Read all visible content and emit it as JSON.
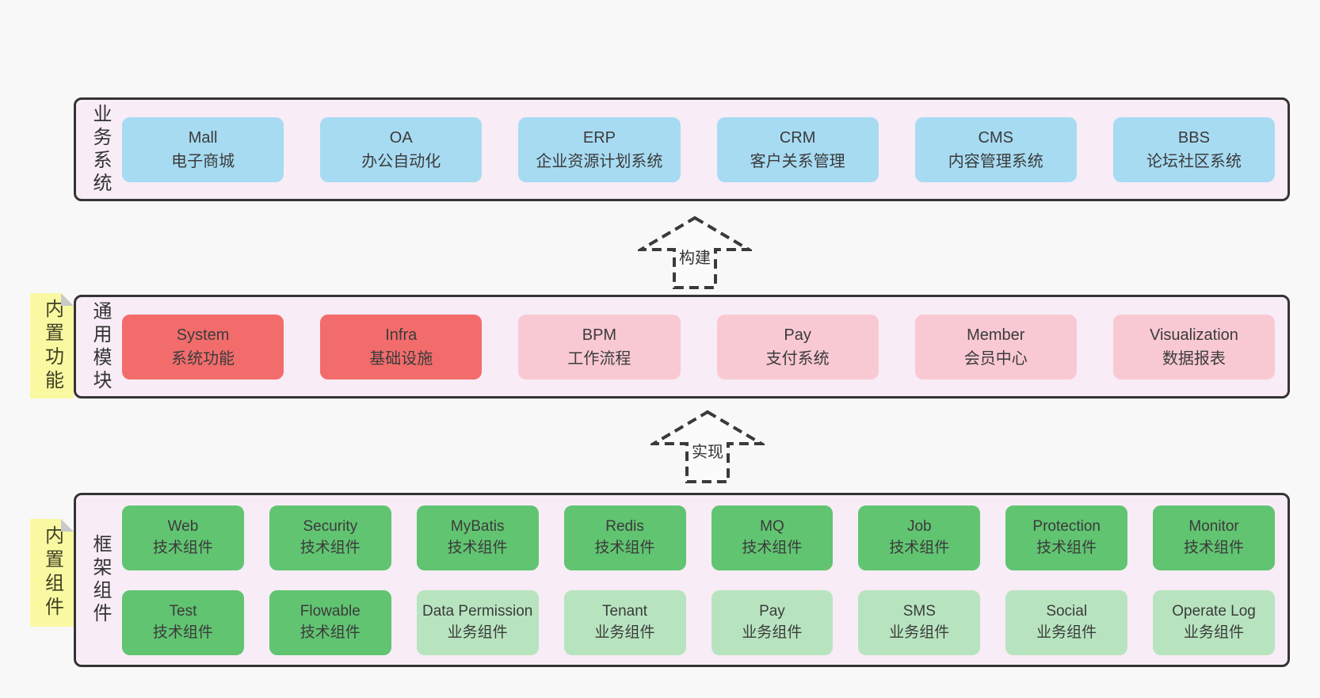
{
  "colors": {
    "page_background": "#f8f8f8",
    "panel_background": "#f8ecf6",
    "panel_border": "#343434",
    "box_blue": "#a7dbf2",
    "box_red": "#f36c6c",
    "box_pink": "#f9c9d3",
    "box_green": "#61c471",
    "box_lightgreen": "#b7e4bf",
    "note_yellow": "#f9f9a2",
    "note_fold_gray": "#c9c9c9",
    "text": "#3b3b3b"
  },
  "arrows": {
    "build": {
      "label": "构建"
    },
    "implement": {
      "label": "实现"
    }
  },
  "sections": {
    "business": {
      "label": "业务系统",
      "boxes": {
        "mall": {
          "en": "Mall",
          "zh": "电子商城"
        },
        "oa": {
          "en": "OA",
          "zh": "办公自动化"
        },
        "erp": {
          "en": "ERP",
          "zh": "企业资源计划系统"
        },
        "crm": {
          "en": "CRM",
          "zh": "客户关系管理"
        },
        "cms": {
          "en": "CMS",
          "zh": "内容管理系统"
        },
        "bbs": {
          "en": "BBS",
          "zh": "论坛社区系统"
        }
      }
    },
    "modules": {
      "label": "通用模块",
      "note": "内置功能",
      "boxes": {
        "system": {
          "en": "System",
          "zh": "系统功能"
        },
        "infra": {
          "en": "Infra",
          "zh": "基础设施"
        },
        "bpm": {
          "en": "BPM",
          "zh": "工作流程"
        },
        "pay": {
          "en": "Pay",
          "zh": "支付系统"
        },
        "member": {
          "en": "Member",
          "zh": "会员中心"
        },
        "visualization": {
          "en": "Visualization",
          "zh": "数据报表"
        }
      }
    },
    "components": {
      "label": "框架组件",
      "note": "内置组件",
      "row1": {
        "web": {
          "en": "Web",
          "zh": "技术组件"
        },
        "security": {
          "en": "Security",
          "zh": "技术组件"
        },
        "mybatis": {
          "en": "MyBatis",
          "zh": "技术组件"
        },
        "redis": {
          "en": "Redis",
          "zh": "技术组件"
        },
        "mq": {
          "en": "MQ",
          "zh": "技术组件"
        },
        "job": {
          "en": "Job",
          "zh": "技术组件"
        },
        "protection": {
          "en": "Protection",
          "zh": "技术组件"
        },
        "monitor": {
          "en": "Monitor",
          "zh": "技术组件"
        }
      },
      "row2": {
        "test": {
          "en": "Test",
          "zh": "技术组件"
        },
        "flowable": {
          "en": "Flowable",
          "zh": "技术组件"
        },
        "data_permission": {
          "en": "Data Permission",
          "zh": "业务组件"
        },
        "tenant": {
          "en": "Tenant",
          "zh": "业务组件"
        },
        "pay": {
          "en": "Pay",
          "zh": "业务组件"
        },
        "sms": {
          "en": "SMS",
          "zh": "业务组件"
        },
        "social": {
          "en": "Social",
          "zh": "业务组件"
        },
        "operate_log": {
          "en": "Operate Log",
          "zh": "业务组件"
        }
      }
    }
  }
}
